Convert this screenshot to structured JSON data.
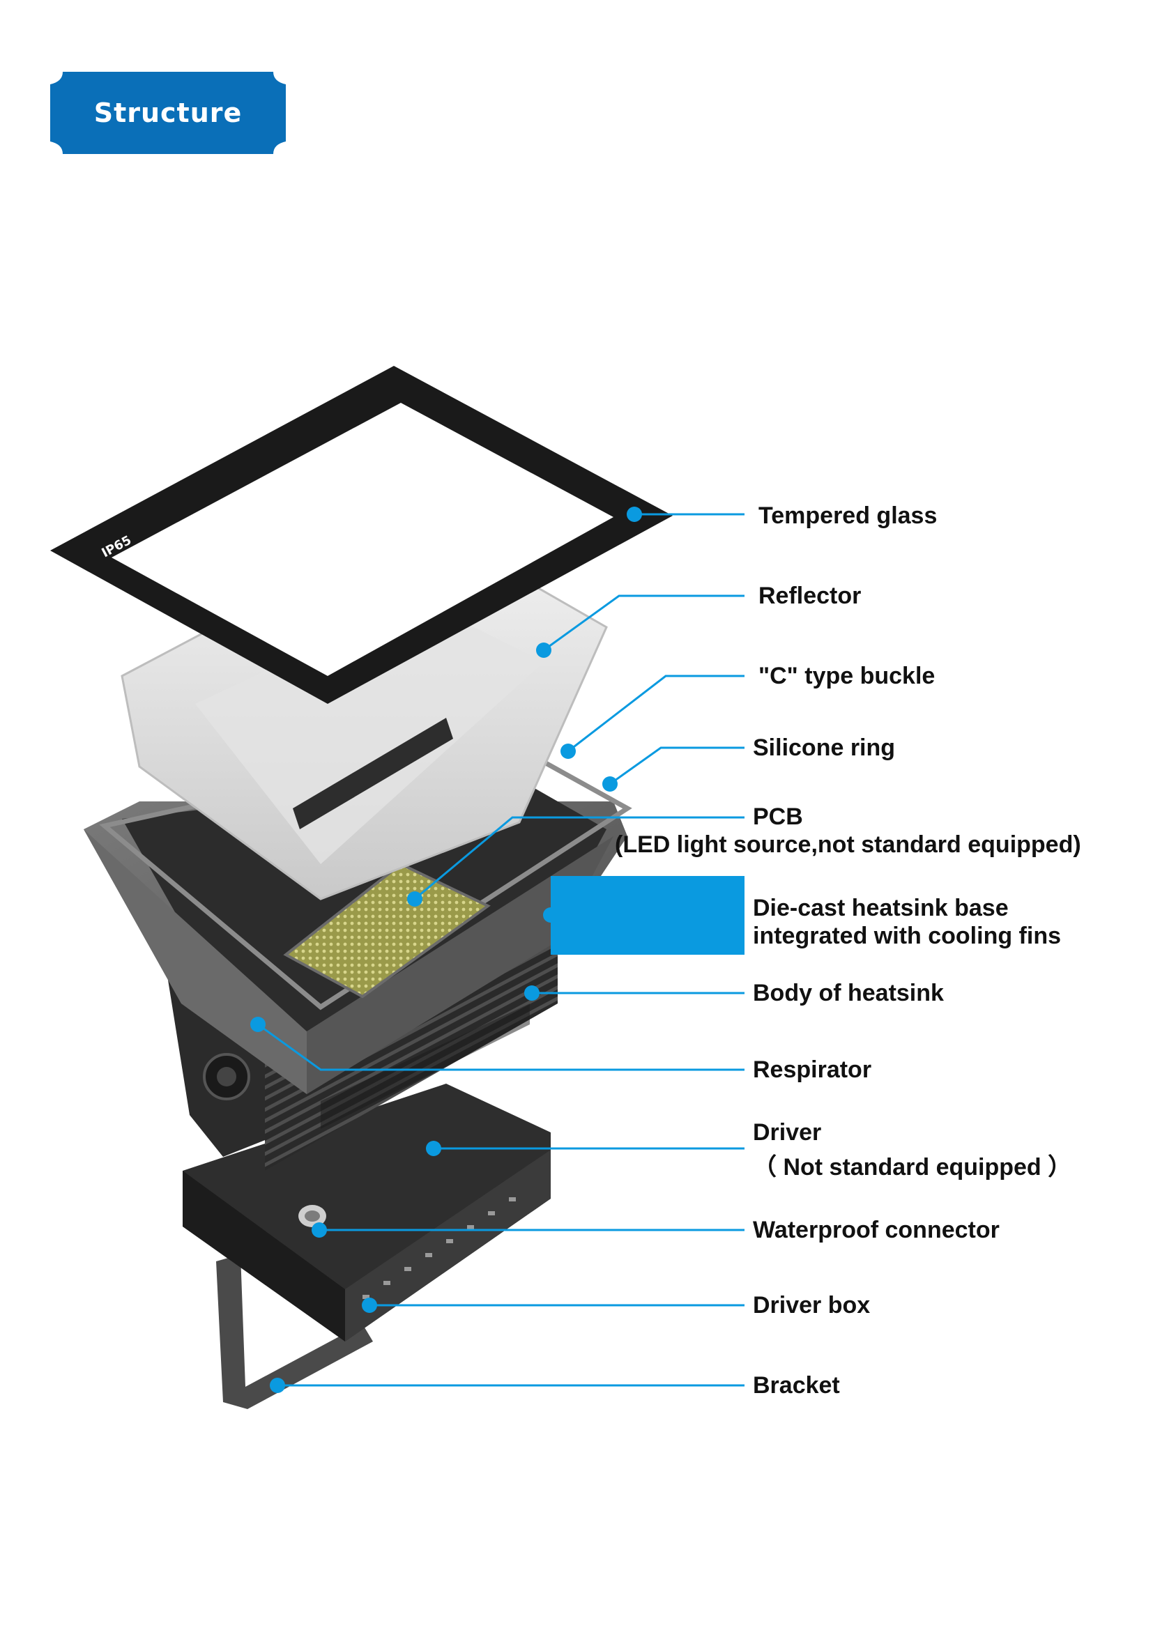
{
  "header": {
    "title": "Structure"
  },
  "product": {
    "glass_marking": "IP65"
  },
  "colors": {
    "accent": "#0a9ae0",
    "badge": "#0a6fb8",
    "frame": "#1a1a1a",
    "body": "#5c5c5c"
  },
  "components": [
    {
      "id": "tempered-glass",
      "label": "Tempered glass"
    },
    {
      "id": "reflector",
      "label": "Reflector"
    },
    {
      "id": "c-type-buckle",
      "label": "\"C\" type buckle"
    },
    {
      "id": "silicone-ring",
      "label": "Silicone ring"
    },
    {
      "id": "pcb",
      "label": "PCB",
      "sublabel": "(LED light source,not standard equipped)"
    },
    {
      "id": "die-cast-base",
      "label": "Die-cast heatsink base",
      "sublabel": "integrated with cooling fins"
    },
    {
      "id": "heatsink-body",
      "label": "Body of heatsink"
    },
    {
      "id": "respirator",
      "label": "Respirator"
    },
    {
      "id": "driver",
      "label": "Driver",
      "sublabel": "（ Not standard equipped ）"
    },
    {
      "id": "waterproof-connector",
      "label": "Waterproof connector"
    },
    {
      "id": "driver-box",
      "label": "Driver box"
    },
    {
      "id": "bracket",
      "label": "Bracket"
    }
  ]
}
